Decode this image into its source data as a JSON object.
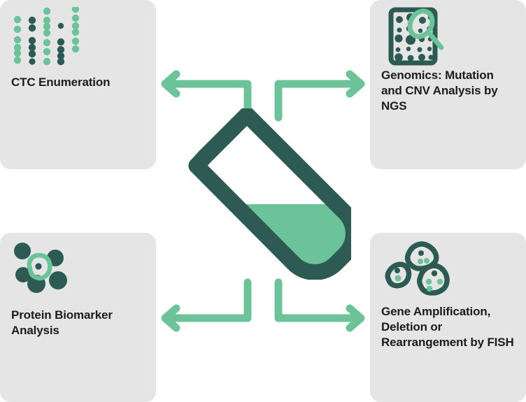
{
  "diagram": {
    "title_center_icon": "test-tube",
    "center": {
      "icon": "test-tube-icon",
      "tube_outline_color": "#2d5b54",
      "tube_liquid_color": "#6cc39a"
    },
    "colors": {
      "card_background": "#e5e5e5",
      "dark_teal": "#2d5b54",
      "light_green": "#6cc39a",
      "text": "#1c1c1c",
      "page_background": "#ffffff"
    },
    "arrows": [
      {
        "name": "arrow-to-ctc-enumeration",
        "direction": "up-left",
        "color": "#6cc39a"
      },
      {
        "name": "arrow-to-genomics",
        "direction": "up-right",
        "color": "#6cc39a"
      },
      {
        "name": "arrow-to-protein-biomarker",
        "direction": "down-left",
        "color": "#6cc39a"
      },
      {
        "name": "arrow-to-fish",
        "direction": "down-right",
        "color": "#6cc39a"
      }
    ],
    "cards": [
      {
        "id": "ctc-enumeration",
        "position": "top-left",
        "icon": "dot-gel-electrophoresis-icon",
        "label": "CTC Enumeration"
      },
      {
        "id": "genomics-ngs",
        "position": "top-right",
        "icon": "microarray-magnifier-icon",
        "label": "Genomics: Mutation and CNV Analysis by NGS"
      },
      {
        "id": "protein-biomarker-analysis",
        "position": "bottom-left",
        "icon": "cell-cluster-icon",
        "label": "Protein Biomarker Analysis"
      },
      {
        "id": "fish",
        "position": "bottom-right",
        "icon": "fish-cells-icon",
        "label": "Gene Amplification, Deletion or Rearrangement by FISH"
      }
    ]
  }
}
